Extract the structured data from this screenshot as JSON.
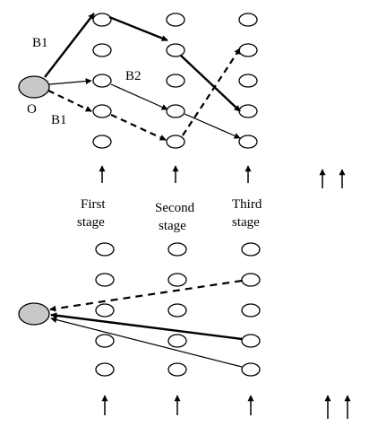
{
  "top_diagram": {
    "origin_label": "O",
    "path_labels": [
      "B1",
      "B2",
      "B1"
    ]
  },
  "stage_labels": [
    {
      "line1": "First",
      "line2": "stage"
    },
    {
      "line1": "Second",
      "line2": "stage"
    },
    {
      "line1": "Third",
      "line2": "stage"
    }
  ],
  "colors": {
    "origin_fill": "#c8c8c8",
    "stroke": "#000000"
  }
}
